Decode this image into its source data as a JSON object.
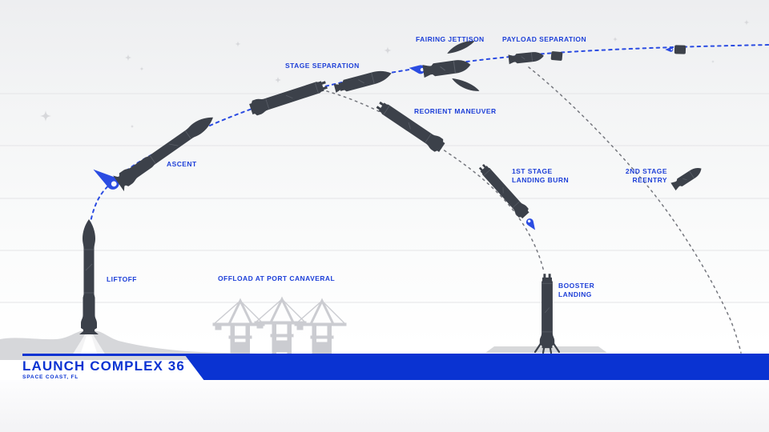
{
  "colors": {
    "accent_blue": "#1e40d8",
    "banner_blue": "#0a33d2",
    "trajectory_blue": "#2b4ce2",
    "trajectory_gray": "#75777e",
    "rocket_dark": "#3c414a",
    "silhouette_gray": "#d6d7da",
    "grid_gray": "#e4e4e7"
  },
  "site": {
    "title": "LAUNCH COMPLEX 36",
    "subtitle": "SPACE COAST, FL"
  },
  "phases": [
    {
      "id": "liftoff",
      "lines": [
        "LIFTOFF"
      ]
    },
    {
      "id": "ascent",
      "lines": [
        "ASCENT"
      ]
    },
    {
      "id": "stage-separation",
      "lines": [
        "STAGE SEPARATION"
      ]
    },
    {
      "id": "fairing-jettison",
      "lines": [
        "FAIRING JETTISON"
      ]
    },
    {
      "id": "payload-separation",
      "lines": [
        "PAYLOAD SEPARATION"
      ]
    },
    {
      "id": "reorient-maneuver",
      "lines": [
        "REORIENT MANEUVER"
      ]
    },
    {
      "id": "first-stage-landing-burn",
      "lines": [
        "1ST STAGE",
        "LANDING BURN"
      ]
    },
    {
      "id": "second-stage-reentry",
      "lines": [
        "2ND STAGE",
        "REENTRY"
      ]
    },
    {
      "id": "booster-landing",
      "lines": [
        "BOOSTER",
        "LANDING"
      ]
    },
    {
      "id": "offload-port-canaveral",
      "lines": [
        "OFFLOAD AT PORT CANAVERAL"
      ]
    }
  ]
}
